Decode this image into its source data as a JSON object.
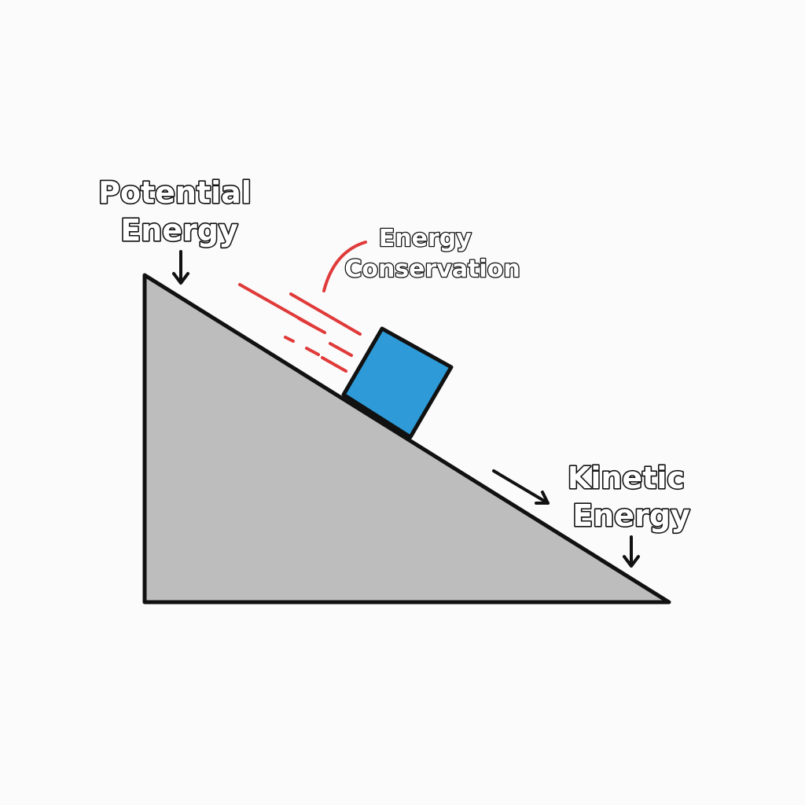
{
  "labels": {
    "potential_energy": [
      "Potential",
      "Energy"
    ],
    "energy_conservation": [
      "Energy",
      "Conservation"
    ],
    "kinetic_energy": [
      "Kinetic",
      "Energy"
    ]
  },
  "colors": {
    "background": "#fbfbfb",
    "incline_fill": "#bdbdbd",
    "outline": "#111111",
    "block_fill": "#2e9ad7",
    "motion_lines": "#e03a3a",
    "label_fill": "#ffffff"
  },
  "icons": {
    "potential_arrow": "arrow-down-icon",
    "kinetic_arrow": "arrow-down-icon",
    "motion_direction": "arrow-down-right-icon"
  }
}
